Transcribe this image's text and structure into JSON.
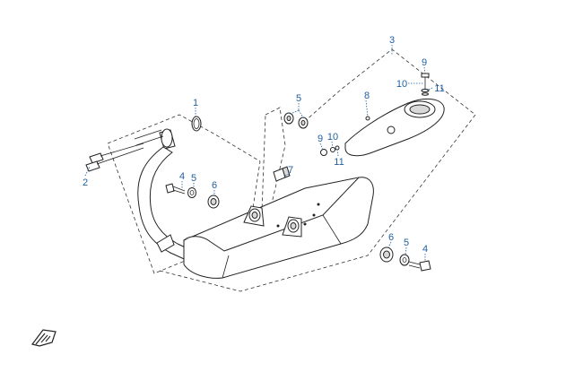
{
  "diagram": {
    "callouts": [
      {
        "id": "c1",
        "label": "1"
      },
      {
        "id": "c2",
        "label": "2"
      },
      {
        "id": "c3",
        "label": "3"
      },
      {
        "id": "c4a",
        "label": "4"
      },
      {
        "id": "c4b",
        "label": "4"
      },
      {
        "id": "c5a",
        "label": "5"
      },
      {
        "id": "c5b",
        "label": "5"
      },
      {
        "id": "c5c",
        "label": "5"
      },
      {
        "id": "c6a",
        "label": "6"
      },
      {
        "id": "c6b",
        "label": "6"
      },
      {
        "id": "c7",
        "label": "7"
      },
      {
        "id": "c8",
        "label": "8"
      },
      {
        "id": "c9a",
        "label": "9"
      },
      {
        "id": "c9b",
        "label": "9"
      },
      {
        "id": "c10a",
        "label": "10"
      },
      {
        "id": "c10b",
        "label": "10"
      },
      {
        "id": "c11a",
        "label": "11"
      },
      {
        "id": "c11b",
        "label": "11"
      }
    ],
    "callout_color": "#1f5f9f",
    "front_indicator_icon": "front-arrow-icon"
  }
}
